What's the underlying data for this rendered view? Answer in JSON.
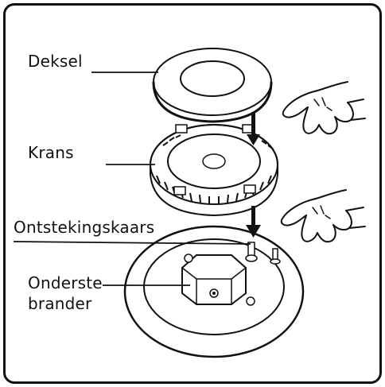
{
  "labels": {
    "deksel": "Deksel",
    "krans": "Krans",
    "ontstekingskaars": "Ontstekingskaars",
    "onderste_line1": "Onderste",
    "onderste_line2": "brander"
  },
  "colors": {
    "line": "#111111",
    "background": "#ffffff"
  },
  "icons": [
    "pointing-hand-icon",
    "down-arrow-icon"
  ]
}
